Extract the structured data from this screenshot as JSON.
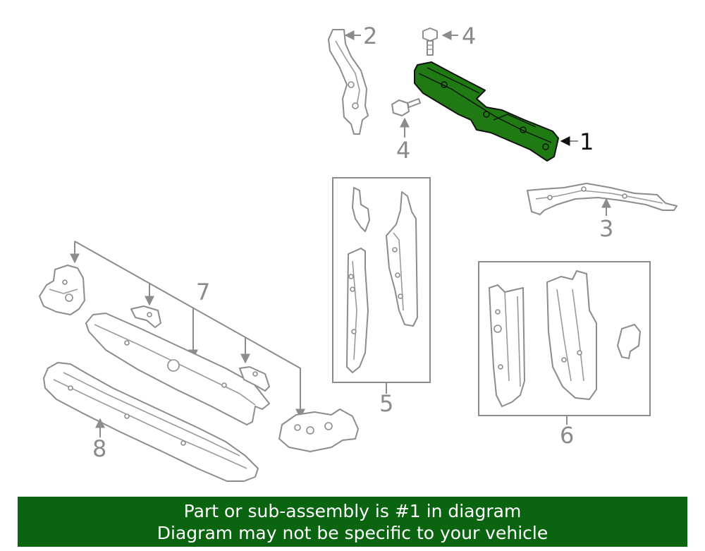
{
  "callouts": {
    "c1": "1",
    "c2": "2",
    "c3": "3",
    "c4a": "4",
    "c4b": "4",
    "c5": "5",
    "c6": "6",
    "c7": "7",
    "c8": "8"
  },
  "banner": {
    "line1": "Part or sub-assembly is #1 in diagram",
    "line2": "Diagram may not be specific to your vehicle"
  },
  "colors": {
    "highlight": "#1f7a14",
    "banner_bg": "#0a6410",
    "banner_text": "#ffffff",
    "line_art": "#8c8c8c"
  }
}
